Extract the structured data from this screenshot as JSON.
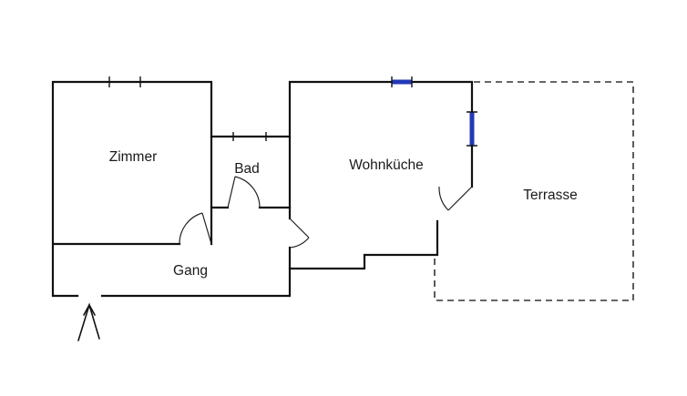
{
  "plan": {
    "rooms": [
      {
        "id": "zimmer",
        "label": "Zimmer"
      },
      {
        "id": "bad",
        "label": "Bad"
      },
      {
        "id": "wohnkueche",
        "label": "Wohnküche"
      },
      {
        "id": "gang",
        "label": "Gang"
      },
      {
        "id": "terrasse",
        "label": "Terrasse"
      }
    ],
    "features": {
      "windows": [
        "zimmer-window",
        "wohnkueche-top-window",
        "wohnkueche-right-window"
      ],
      "doors": [
        "zimmer-door",
        "bad-door",
        "wohnkueche-door",
        "terrasse-door"
      ],
      "entrance": "entrance-arrow"
    },
    "colors": {
      "wall": "#111111",
      "window": "#2338b8",
      "background": "#ffffff",
      "label": "#1a1a1a"
    }
  }
}
